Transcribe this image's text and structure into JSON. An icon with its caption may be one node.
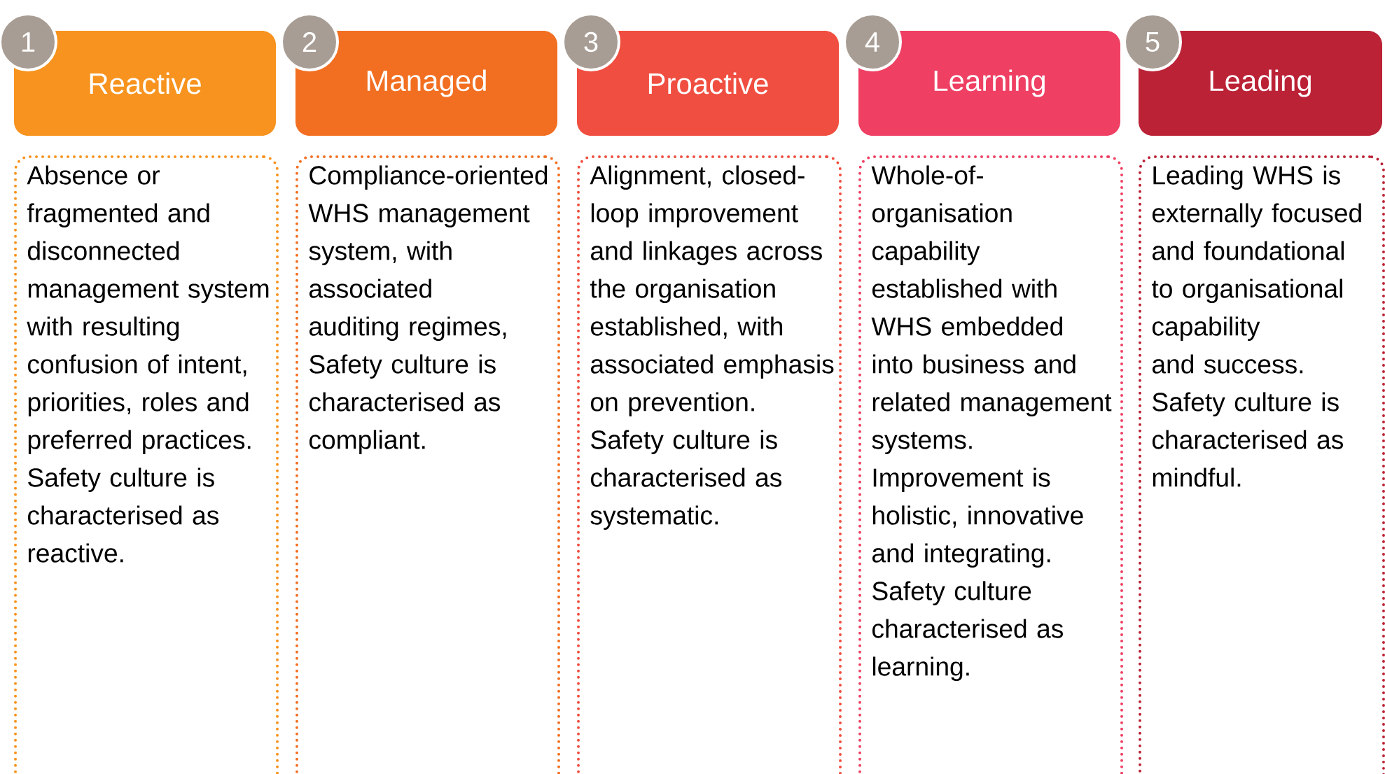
{
  "diagram": {
    "nodes": [
      {
        "text": [
          "1"
        ]
      },
      {
        "text": [
          "Reactive"
        ]
      },
      {
        "text": [
          "Absence or fragmented and disconnected management system with resulting confusion of intent, priorities, roles and preferred practices. Safety culture is characterised as reactive."
        ]
      },
      {
        "text": [
          "2"
        ]
      },
      {
        "text": [
          "Managed"
        ]
      },
      {
        "text": [
          "Compliance-oriented WHS management system, with associated auditing regimes, Safety culture is characterised as compliant."
        ]
      },
      {
        "text": [
          "3"
        ]
      },
      {
        "text": [
          "Proactive"
        ]
      },
      {
        "text": [
          "Alignment, closed-loop improvement and linkages across the organisation established, with associated emphasis on prevention. Safety culture is characterised as systematic."
        ]
      },
      {
        "text": [
          "4"
        ]
      },
      {
        "text": [
          "Learning"
        ]
      },
      {
        "text": [
          "Whole-of-organisation capability established with WHS embedded into business and related management systems. Improvement is holistic, innovative and integrating. Safety culture characterised as learning."
        ]
      },
      {
        "text": [
          "5"
        ]
      },
      {
        "text": [
          "Leading"
        ]
      },
      {
        "text": [
          "Leading WHS is externally focused and foundational to organisational capability and success. Safety culture is characterised as mindful."
        ]
      }
    ]
  }
}
